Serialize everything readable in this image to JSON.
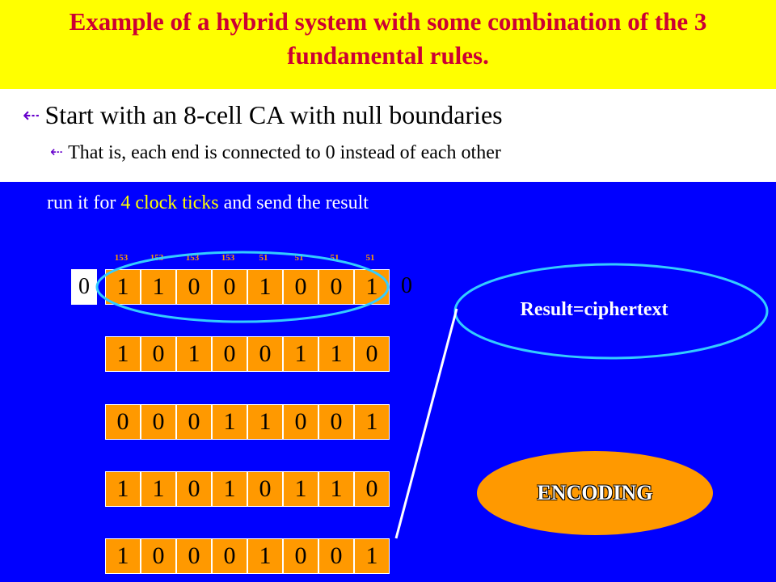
{
  "title": "Example of a hybrid system with some combination of the 3 fundamental rules.",
  "bullets": {
    "main": "Start with an 8-cell CA with null boundaries",
    "sub": "That is, each end is connected to 0 instead of each other"
  },
  "run": {
    "pre": "run it for ",
    "ticks_num": "4",
    "ticks_word": " clock ticks",
    "post": " and send the result"
  },
  "rules": [
    "153",
    "153",
    "153",
    "153",
    "51",
    "51",
    "51",
    "51"
  ],
  "boundary": {
    "left": "0",
    "right": "0"
  },
  "rows": [
    [
      "1",
      "1",
      "0",
      "0",
      "1",
      "0",
      "0",
      "1"
    ],
    [
      "1",
      "0",
      "1",
      "0",
      "0",
      "1",
      "1",
      "0"
    ],
    [
      "0",
      "0",
      "0",
      "1",
      "1",
      "0",
      "0",
      "1"
    ],
    [
      "1",
      "1",
      "0",
      "1",
      "0",
      "1",
      "1",
      "0"
    ],
    [
      "1",
      "0",
      "0",
      "0",
      "1",
      "0",
      "0",
      "1"
    ]
  ],
  "result_label": "Result=ciphertext",
  "encoding_label": "ENCODING",
  "colors": {
    "title_bg": "#ffff00",
    "title_text": "#cc0033",
    "panel_bg": "#0000ff",
    "cell": "#ff9900",
    "ellipse_stroke": "#33ccff"
  }
}
